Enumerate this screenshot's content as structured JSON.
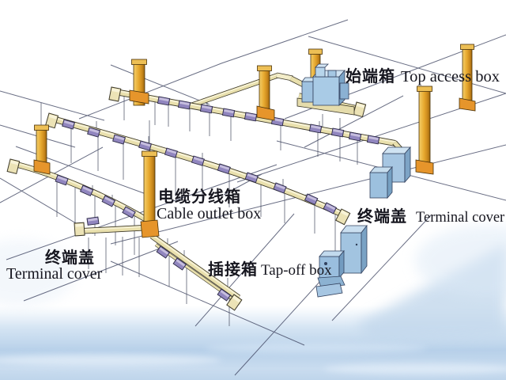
{
  "labels": {
    "top_access": {
      "zh": "始端箱",
      "en": "Top access box"
    },
    "cable_outlet": {
      "zh": "电缆分线箱",
      "en": "Cable outlet box"
    },
    "terminal_right": {
      "zh": "终端盖",
      "en": "Terminal cover"
    },
    "terminal_left": {
      "zh": "终端盖",
      "en": "Terminal cover"
    },
    "tap_off": {
      "zh": "插接箱",
      "en": "Tap-off box"
    }
  },
  "colors": {
    "column_yellow": "#e0a93e",
    "rail_cream": "#e9e0ad",
    "connector_purple": "#9488c2",
    "equipment_blue": "#a6c6e2",
    "sky_blue": "#bcd4ec",
    "grid_line": "#434965",
    "text": "#16161f"
  }
}
